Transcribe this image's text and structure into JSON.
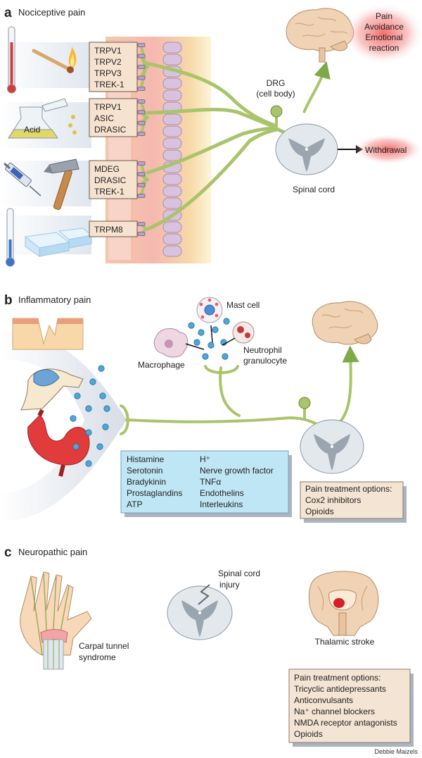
{
  "section_a": {
    "letter": "a",
    "title": "Nociceptive pain",
    "acid_label": "Acid",
    "receptor_groups": [
      [
        "TRPV1",
        "TRPV2",
        "TRPV3",
        "TREK-1"
      ],
      [
        "TRPV1",
        "ASIC",
        "DRASIC"
      ],
      [
        "MDEG",
        "DRASIC",
        "TREK-1"
      ],
      [
        "TRPM8"
      ]
    ],
    "drg_label": [
      "DRG",
      "(cell body)"
    ],
    "spinal_cord_label": "Spinal cord",
    "brain_outputs": [
      "Pain",
      "Avoidance",
      "Emotional",
      "reaction"
    ],
    "withdrawal_label": "Withdrawal"
  },
  "section_b": {
    "letter": "b",
    "title": "Inflammatory pain",
    "mast_cell": "Mast cell",
    "macrophage": "Macrophage",
    "neutrophil": [
      "Neutrophil",
      "granulocyte"
    ],
    "mediators_left": [
      "Histamine",
      "Serotonin",
      "Bradykinin",
      "Prostaglandins",
      "ATP"
    ],
    "mediators_right": [
      "H⁺",
      "Nerve growth factor",
      "TNFα",
      "Endothelins",
      "Interleukins"
    ],
    "treatment_title": "Pain treatment options:",
    "treatments": [
      "Cox2 inhibitors",
      "Opioids"
    ]
  },
  "section_c": {
    "letter": "c",
    "title": "Neuropathic pain",
    "carpal": [
      "Carpal tunnel",
      "syndrome"
    ],
    "spinal_injury": [
      "Spinal cord",
      "injury"
    ],
    "thalamic": "Thalamic stroke",
    "treatment_title": "Pain treatment options:",
    "treatments": [
      "Tricyclic antidepressants",
      "Anticonvulsants",
      "Na⁺ channel blockers",
      "NMDA receptor antagonists",
      "Opioids"
    ]
  },
  "credit": "Debbie Maizels",
  "colors": {
    "nerve": "#a9c46a",
    "nerve_dark": "#6d8a35",
    "receptor_box": "#f6e3cf",
    "mediator_box": "#bfe6f5",
    "treatment_box": "#f4e4d4",
    "spinal_cord": "#dfe5ea",
    "grey_matter": "#98a3ad",
    "brain": "#f0d3b4",
    "glow": "#f08080",
    "granule": "#4fa7d8"
  }
}
